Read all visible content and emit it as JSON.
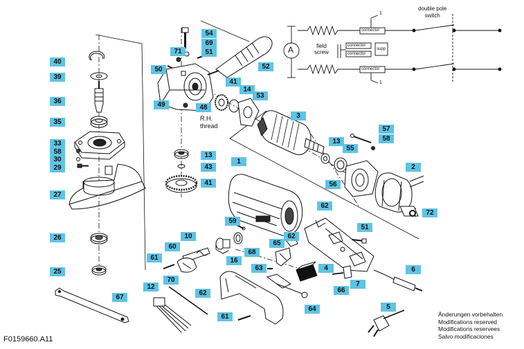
{
  "drawing_code": "F0159660.A11",
  "notes": [
    "Änderungen vorbehalten",
    "Modifications reserved",
    "Modifications reservees",
    "Salvo modificaciones"
  ],
  "annotations": {
    "rh_thread": [
      "R.H.",
      "thread"
    ],
    "double_pole_switch": [
      "double pole",
      "switch"
    ]
  },
  "wiring": {
    "motor_symbol": "A",
    "field_screw": [
      "field",
      "screw"
    ],
    "connector_labels": [
      "connector",
      "connector",
      "connector",
      "connector"
    ],
    "supp_label": "supp",
    "marker_1": "1"
  },
  "callouts": [
    "54",
    "69",
    "71",
    "51",
    "50",
    "52",
    "40",
    "39",
    "36",
    "35",
    "33",
    "58",
    "30",
    "29",
    "27",
    "26",
    "25",
    "67",
    "41",
    "14",
    "53",
    "49",
    "48",
    "3",
    "13",
    "43",
    "41",
    "57",
    "58",
    "13",
    "55",
    "1",
    "2",
    "56",
    "72",
    "62",
    "51",
    "59",
    "10",
    "60",
    "68",
    "16",
    "65",
    "62",
    "61",
    "4",
    "7",
    "63",
    "66",
    "6",
    "12",
    "70",
    "62",
    "64",
    "61",
    "5"
  ],
  "colors": {
    "callout_fill": "#5fc3e4",
    "ink": "#111111"
  }
}
